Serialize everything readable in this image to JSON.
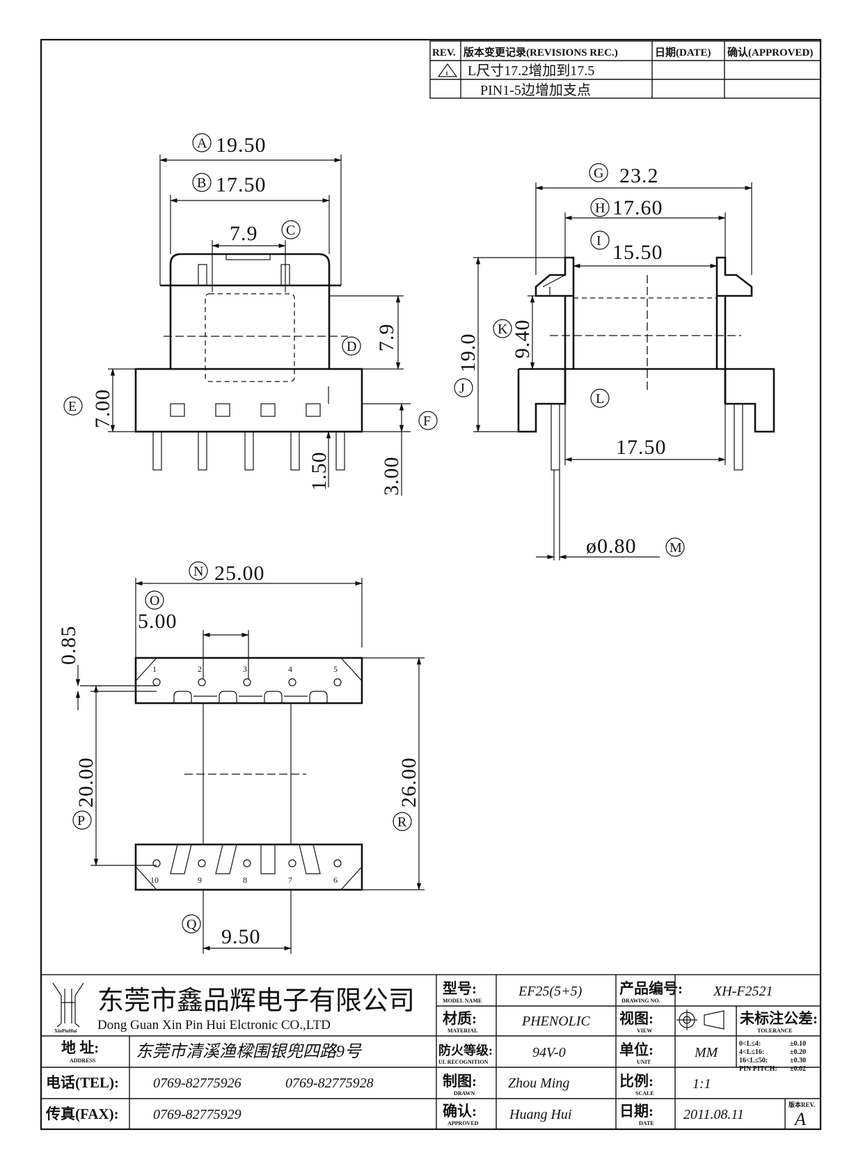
{
  "revisions": {
    "headers": {
      "rev": "REV.",
      "record": "版本变更记录(REVISIONS REC.)",
      "date": "日期(DATE)",
      "approved": "确认(APPROVED)"
    },
    "rows": [
      {
        "mark": "1",
        "text": "L尺寸17.2增加到17.5"
      },
      {
        "mark": "",
        "text": "PIN1-5边增加支点"
      }
    ]
  },
  "front_view": {
    "dims": {
      "A": {
        "letter": "A",
        "value": "19.50"
      },
      "B": {
        "letter": "B",
        "value": "17.50"
      },
      "C": {
        "letter": "C",
        "value": "7.9"
      },
      "D": {
        "letter": "D",
        "value": "7.9"
      },
      "E": {
        "letter": "E",
        "value": "7.00"
      },
      "F": {
        "letter": "F",
        "value": "3.00"
      },
      "F2": {
        "value": "1.50"
      }
    }
  },
  "side_view": {
    "dims": {
      "G": {
        "letter": "G",
        "value": "23.2"
      },
      "H": {
        "letter": "H",
        "value": "17.60"
      },
      "I": {
        "letter": "I",
        "value": "15.50"
      },
      "J": {
        "letter": "J",
        "value": "19.0"
      },
      "K": {
        "letter": "K",
        "value": "9.40"
      },
      "L": {
        "letter": "L",
        "value": "17.50"
      },
      "M": {
        "letter": "M",
        "value": "ø0.80"
      }
    }
  },
  "bottom_view": {
    "dims": {
      "N": {
        "letter": "N",
        "value": "25.00"
      },
      "O": {
        "letter": "O",
        "value": "5.00"
      },
      "O2": {
        "value": "0.85"
      },
      "P": {
        "letter": "P",
        "value": "20.00"
      },
      "Q": {
        "letter": "Q",
        "value": "9.50"
      },
      "R": {
        "letter": "R",
        "value": "26.00"
      }
    },
    "pins_top": [
      "1",
      "2",
      "3",
      "4",
      "5"
    ],
    "pins_bottom": [
      "10",
      "9",
      "8",
      "7",
      "6"
    ]
  },
  "title_block": {
    "company_cn": "东莞市鑫品辉电子有限公司",
    "company_en": "Dong Guan Xin Pin Hui Elctronic CO.,LTD",
    "logo_caption": "XinPinHui",
    "address_label": "地  址:",
    "address_sub": "ADDRESS",
    "address": "东莞市清溪渔樑围银兜四路9号",
    "tel_label": "电话(TEL):",
    "tel1": "0769-82775926",
    "tel2": "0769-82775928",
    "fax_label": "传真(FAX):",
    "fax": "0769-82775929",
    "model_label": "型号:",
    "model_sub": "MODEL NAME",
    "model": "EF25(5+5)",
    "material_label": "材质:",
    "material_sub": "MATERIAL",
    "material": "PHENOLIC",
    "fire_label": "防火等级:",
    "fire_sub": "UL RECOGNITION",
    "fire": "94V-0",
    "drawn_label": "制图:",
    "drawn_sub": "DRAWN",
    "drawn": "Zhou Ming",
    "approved_label": "确认:",
    "approved_sub": "APPROVED",
    "approved": "Huang Hui",
    "drawing_no_label": "产品编号:",
    "drawing_no_sub": "DRAWING NO.",
    "drawing_no": "XH-F2521",
    "view_label": "视图:",
    "view_sub": "VIEW",
    "unit_label": "单位:",
    "unit_sub": "UNIT",
    "unit": "MM",
    "scale_label": "比例:",
    "scale_sub": "SCALE",
    "scale": "1:1",
    "date_label": "日期:",
    "date_sub": "DATE",
    "date": "2011.08.11",
    "tolerance_label": "未标注公差:",
    "tolerance_sub": "TOLERANCE",
    "tolerances": [
      {
        "range": "0<L≤4:",
        "value": "±0.10"
      },
      {
        "range": "4<L≤16:",
        "value": "±0.20"
      },
      {
        "range": "16<L≤50:",
        "value": "±0.30"
      },
      {
        "range": "PIN PITCH:",
        "value": "±0.02"
      }
    ],
    "rev_label": "版本REV.",
    "rev": "A"
  }
}
